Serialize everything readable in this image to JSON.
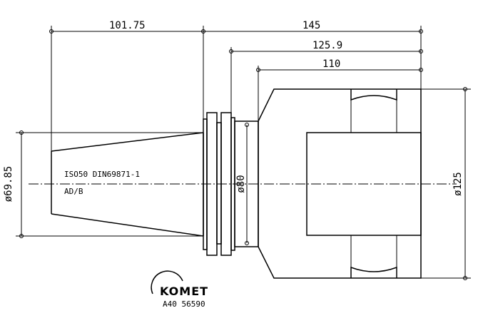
{
  "dimensions": {
    "d1": "101.75",
    "d2": "145",
    "d3": "125.9",
    "d4": "110",
    "dia_left": "ø69.85",
    "dia_flange": "ø80",
    "dia_right": "ø125"
  },
  "notes": {
    "line1": "ISO50 DIN69871-1",
    "line2": "AD/B"
  },
  "logo": {
    "brand": "KOMET",
    "part_number": "A40 56590"
  }
}
